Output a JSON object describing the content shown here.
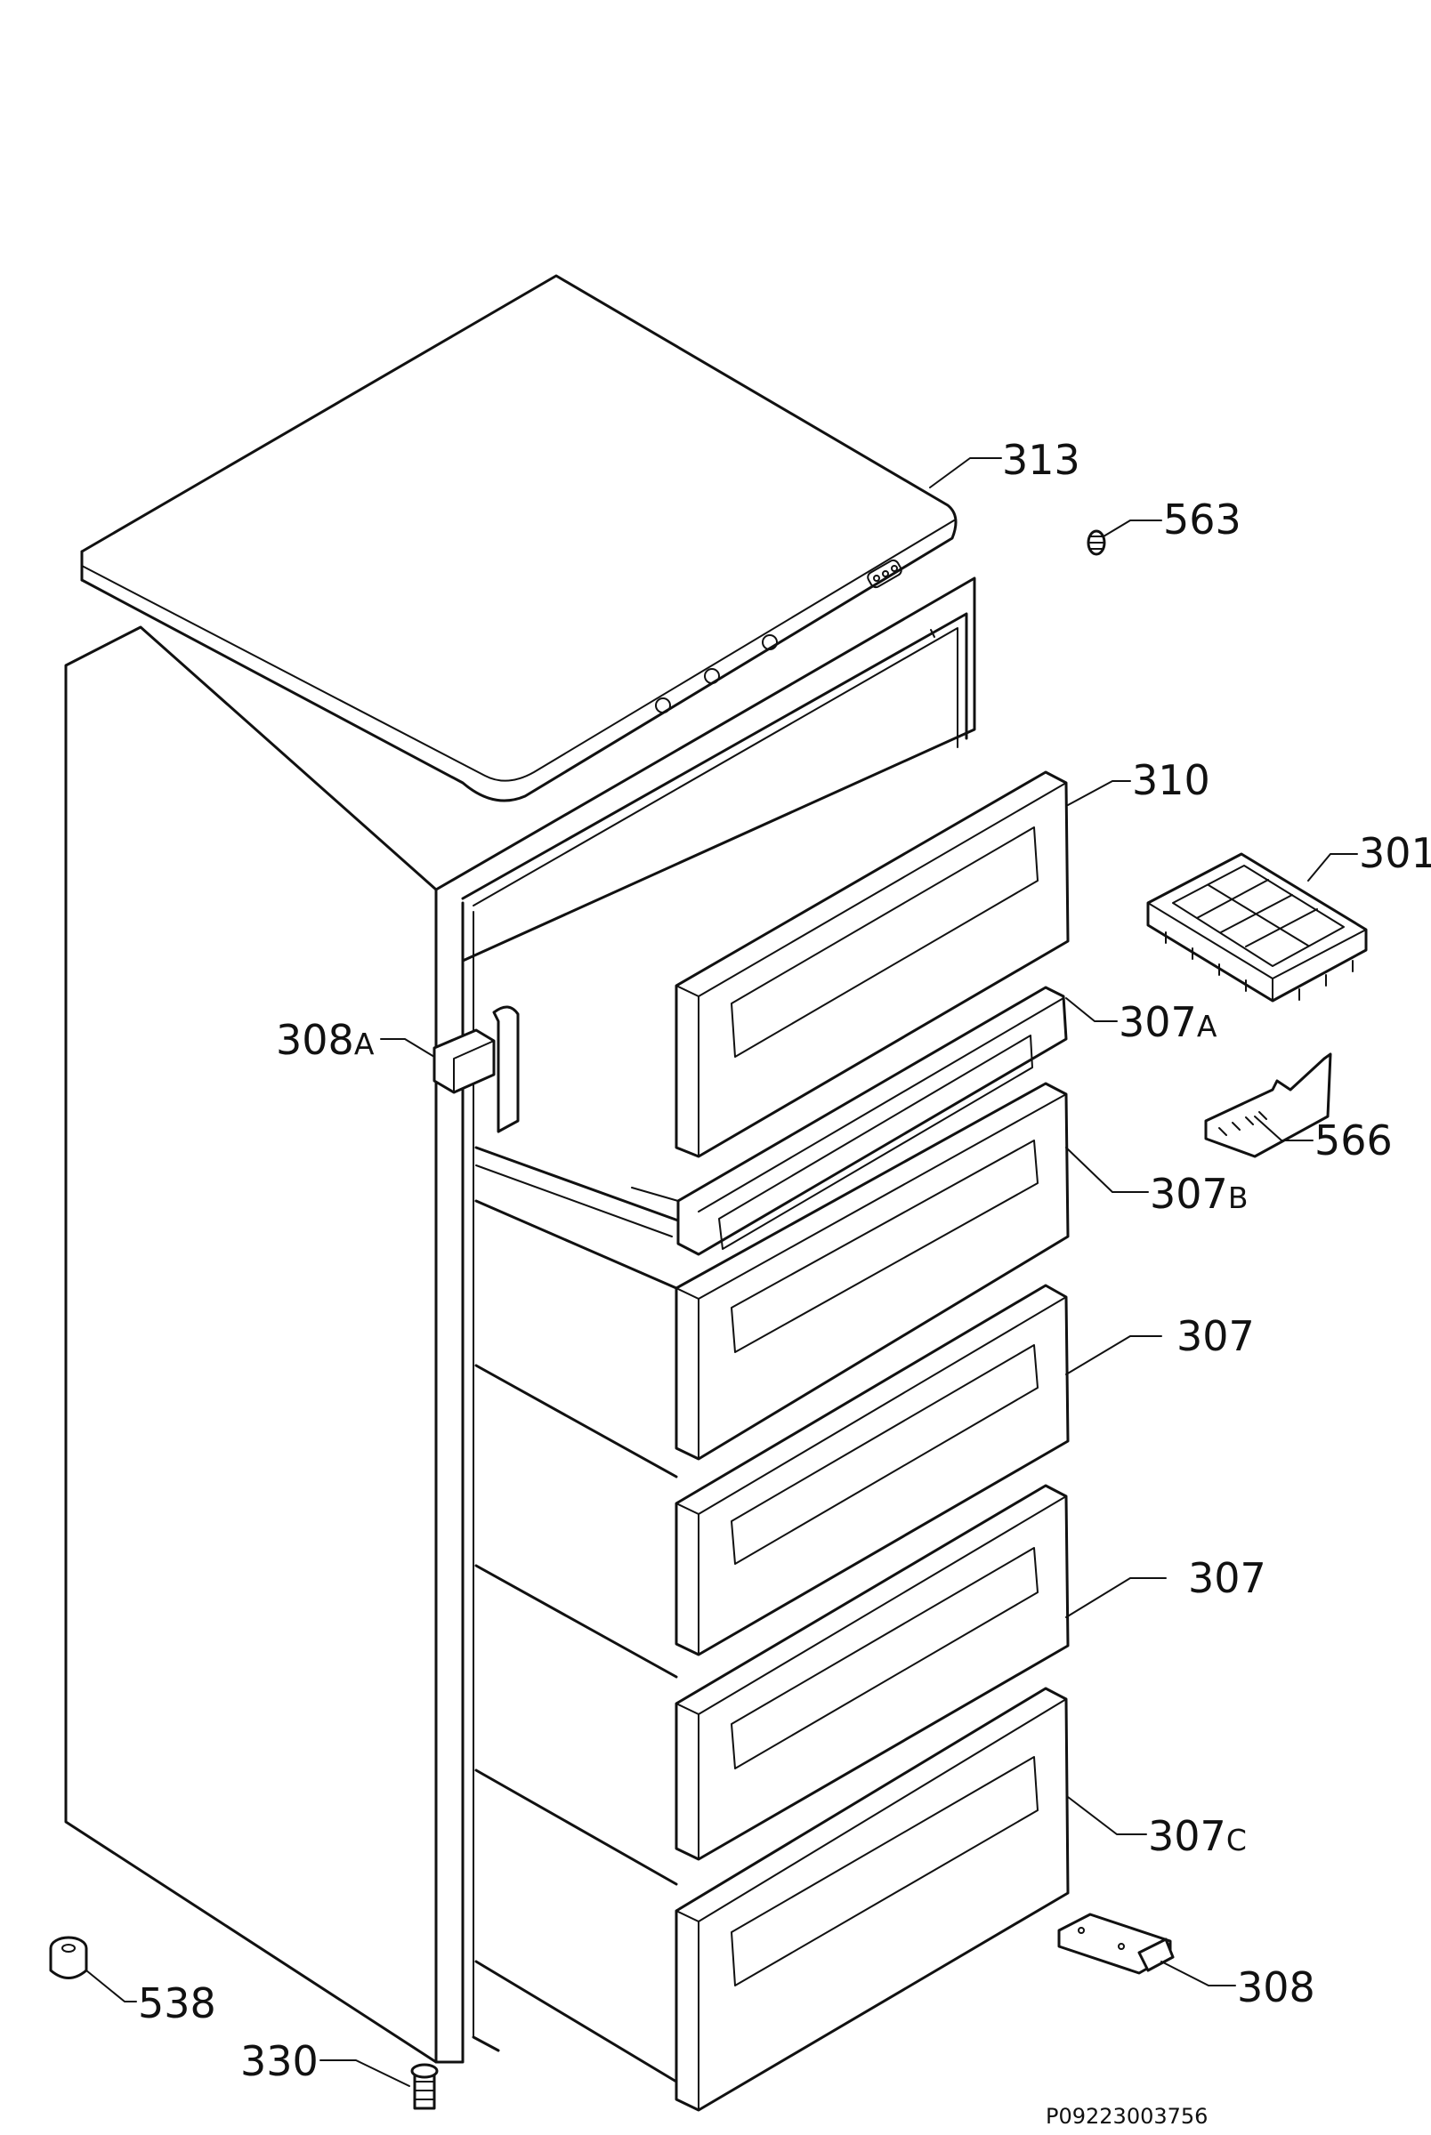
{
  "colors": {
    "line": "#111111",
    "background": "#ffffff"
  },
  "labels": [
    {
      "id": "l313",
      "num": "313",
      "suf": ""
    },
    {
      "id": "l563",
      "num": "563",
      "suf": ""
    },
    {
      "id": "l310",
      "num": "310",
      "suf": ""
    },
    {
      "id": "l301",
      "num": "301",
      "suf": ""
    },
    {
      "id": "l307a",
      "num": "307",
      "suf": "A"
    },
    {
      "id": "l308a",
      "num": "308",
      "suf": "A"
    },
    {
      "id": "l566",
      "num": "566",
      "suf": ""
    },
    {
      "id": "l307b",
      "num": "307",
      "suf": "B"
    },
    {
      "id": "l307_1",
      "num": "307",
      "suf": ""
    },
    {
      "id": "l307_2",
      "num": "307",
      "suf": ""
    },
    {
      "id": "l307c",
      "num": "307",
      "suf": "C"
    },
    {
      "id": "l538",
      "num": "538",
      "suf": ""
    },
    {
      "id": "l308",
      "num": "308",
      "suf": ""
    },
    {
      "id": "l330",
      "num": "330",
      "suf": ""
    }
  ],
  "drawing_code": "P09223003756"
}
